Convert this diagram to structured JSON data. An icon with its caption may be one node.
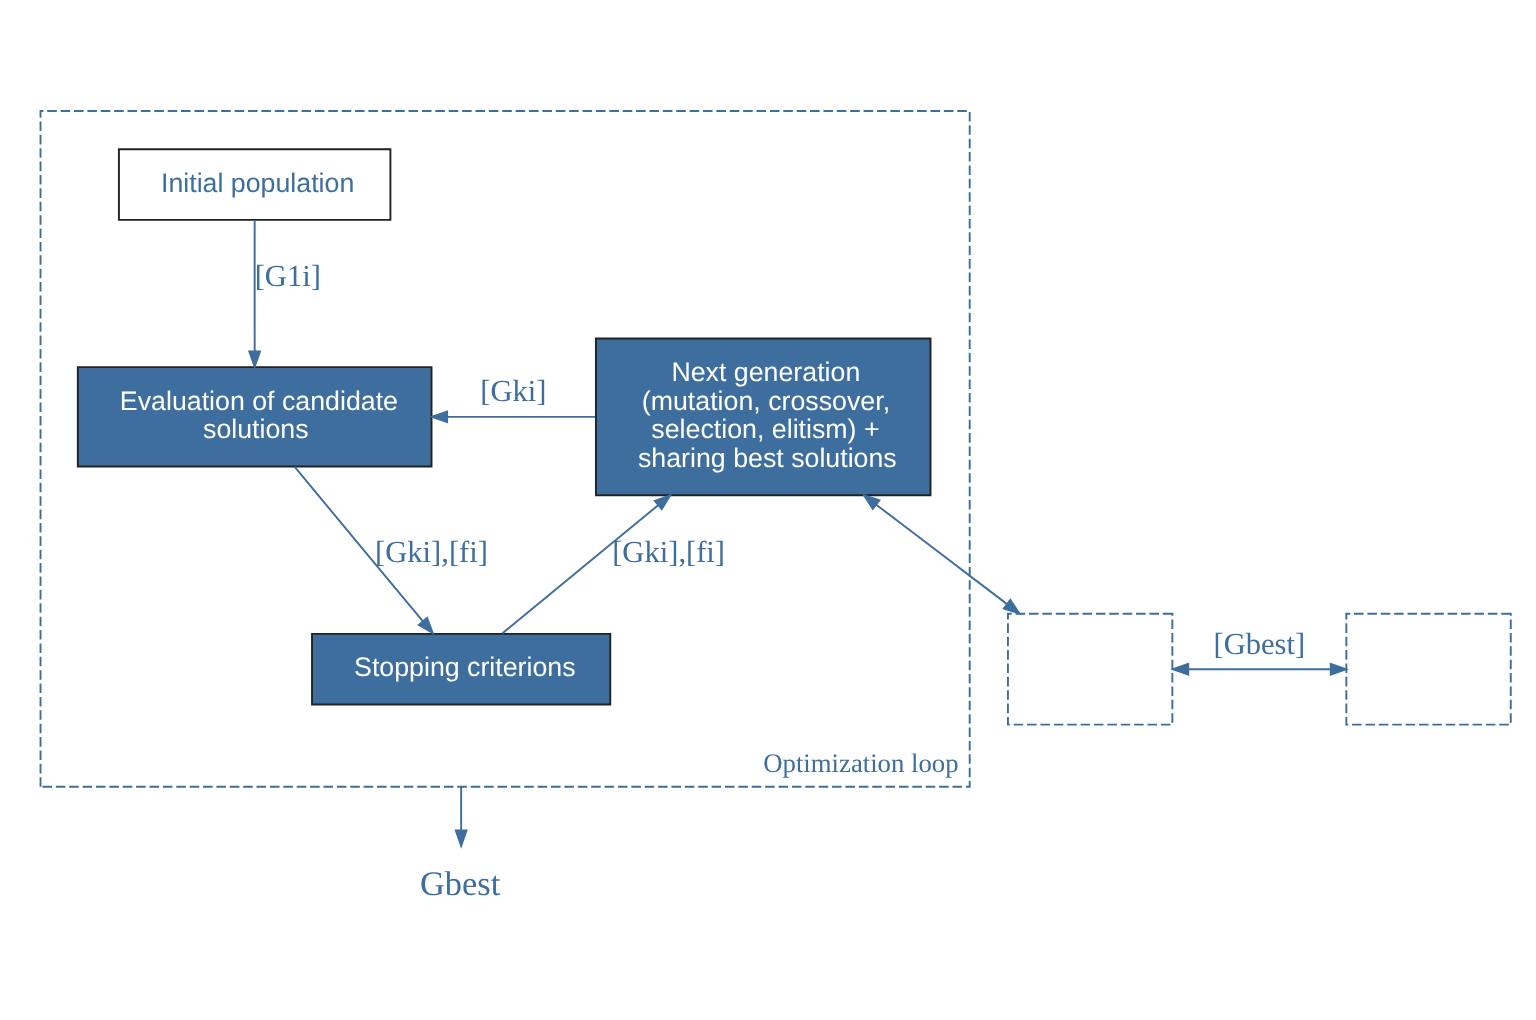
{
  "diagram": {
    "nodes": [
      {
        "text": [],
        "shape": "box"
      },
      {
        "text": [],
        "shape": "box"
      },
      {
        "text": [
          "Optimization loop"
        ]
      },
      {
        "text": [
          "Initial population"
        ],
        "in": 2
      },
      {
        "text": [
          "Next generation (mutation, crossover, selection, elitism) + sharing best solutions"
        ],
        "in": 2
      },
      {
        "text": [
          "Evaluation of candidate solutions"
        ],
        "in": 2
      },
      {
        "text": [
          "Stopping criterions"
        ],
        "in": 2
      },
      {
        "text": [
          "Gbest"
        ]
      }
    ],
    "edges": [
      {
        "from": 3,
        "to": 5,
        "arrow": "to",
        "label": "[G1i]"
      },
      {
        "from": 5,
        "to": 6,
        "arrow": "to",
        "label": "[Gki],[fi]"
      },
      {
        "from": 6,
        "to": 4,
        "arrow": "to",
        "label": "[Gki],[fi]"
      },
      {
        "from": 4,
        "to": 5,
        "arrow": "to",
        "label": "[Gki]"
      },
      {
        "from": 4,
        "to": 0,
        "arrow": "both"
      },
      {
        "from": 0,
        "to": 1,
        "arrow": "both",
        "label": "[Gbest]"
      },
      {
        "from": 2,
        "to": 7,
        "arrow": "to"
      }
    ]
  }
}
